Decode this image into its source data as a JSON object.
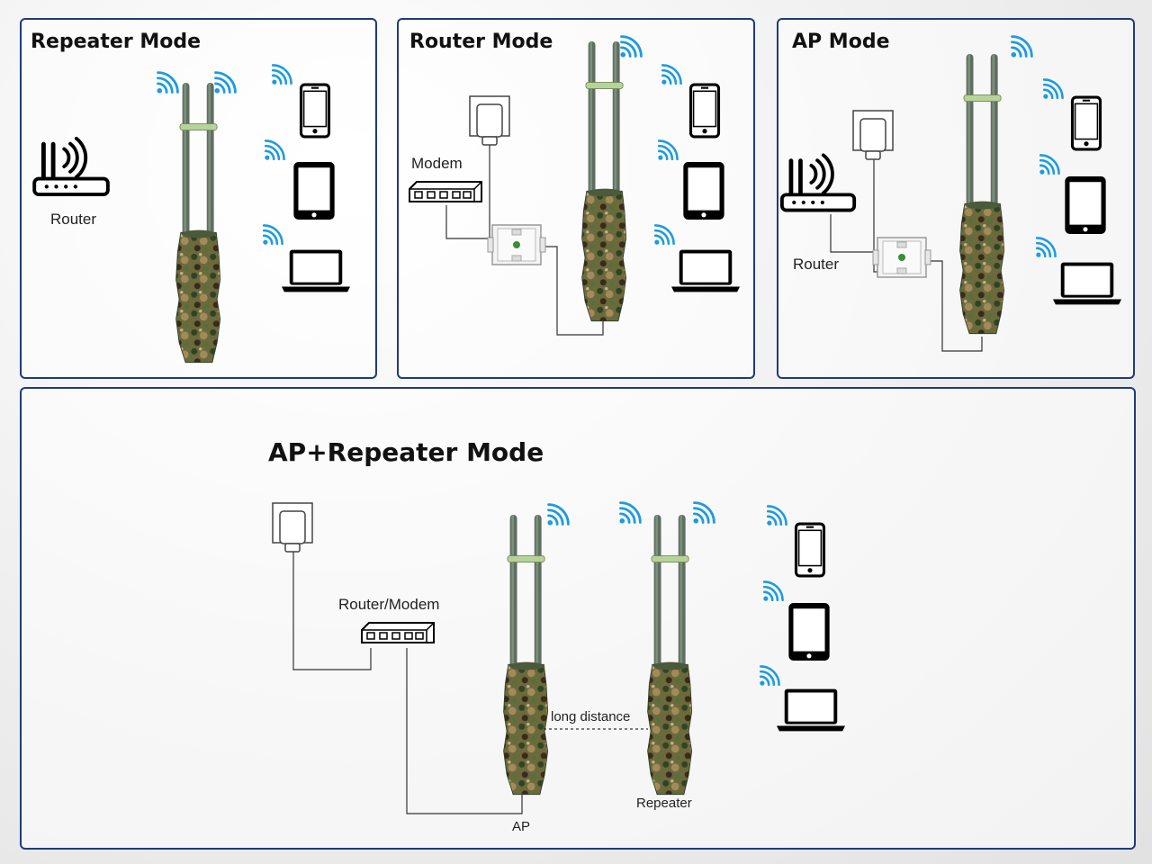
{
  "panels": {
    "repeater": {
      "title": "Repeater Mode",
      "router_label": "Router"
    },
    "router": {
      "title": "Router Mode",
      "modem_label": "Modem"
    },
    "ap": {
      "title": "AP Mode",
      "router_label": "Router"
    },
    "ap_repeater": {
      "title": "AP+Repeater Mode",
      "router_modem_label": "Router/Modem",
      "link_label": "long distance",
      "ap_label": "AP",
      "repeater_label": "Repeater"
    }
  },
  "colors": {
    "frame": "#1f3b7a",
    "wifi": "#1e9be0",
    "antenna": "#5a6b5c",
    "camo_base": "#6d6a3a",
    "line": "#333333"
  },
  "icons": [
    "wifi-icon",
    "router-icon",
    "phone-icon",
    "tablet-icon",
    "laptop-icon",
    "power-adapter-icon",
    "poe-injector-icon",
    "switch-icon",
    "outdoor-ap-icon"
  ]
}
